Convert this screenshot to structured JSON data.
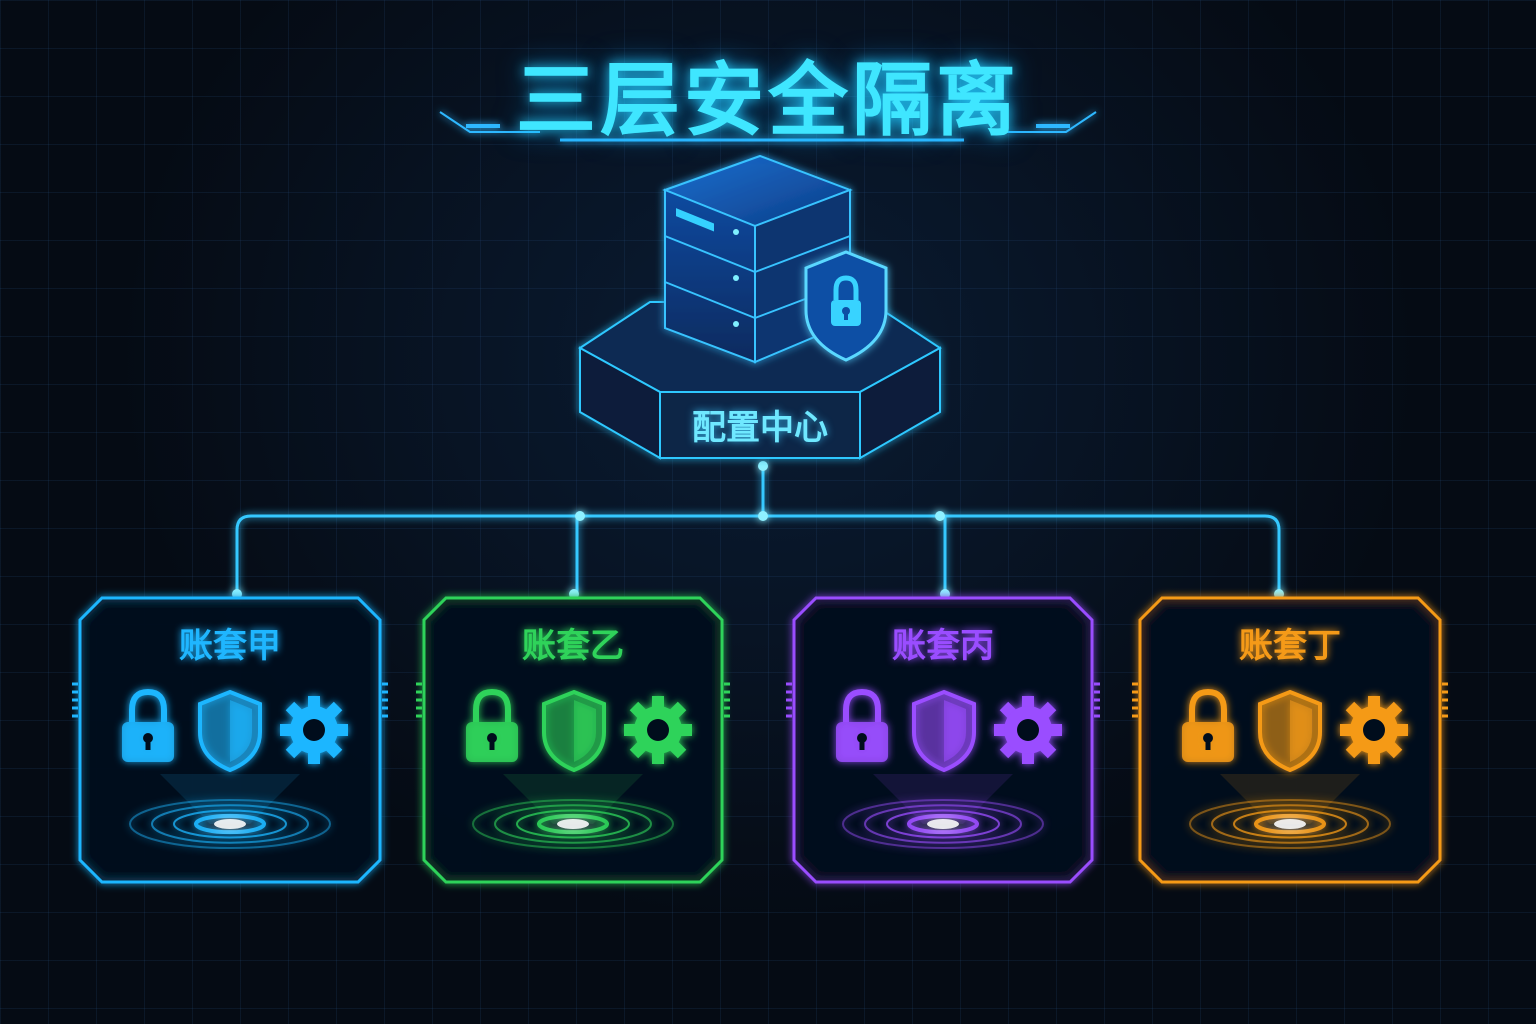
{
  "title": "三层安全隔离",
  "center_node": {
    "label": "配置中心",
    "color": "#2ec8ff"
  },
  "accounts": [
    {
      "name": "账套甲",
      "color": "#1fb6ff",
      "icons": [
        "lock-icon",
        "shield-icon",
        "gear-icon"
      ]
    },
    {
      "name": "账套乙",
      "color": "#2fd35a",
      "icons": [
        "lock-icon",
        "shield-icon",
        "gear-icon"
      ]
    },
    {
      "name": "账套丙",
      "color": "#9a4dff",
      "icons": [
        "lock-icon",
        "shield-icon",
        "gear-icon"
      ]
    },
    {
      "name": "账套丁",
      "color": "#f59a18",
      "icons": [
        "lock-icon",
        "shield-icon",
        "gear-icon"
      ]
    }
  ]
}
